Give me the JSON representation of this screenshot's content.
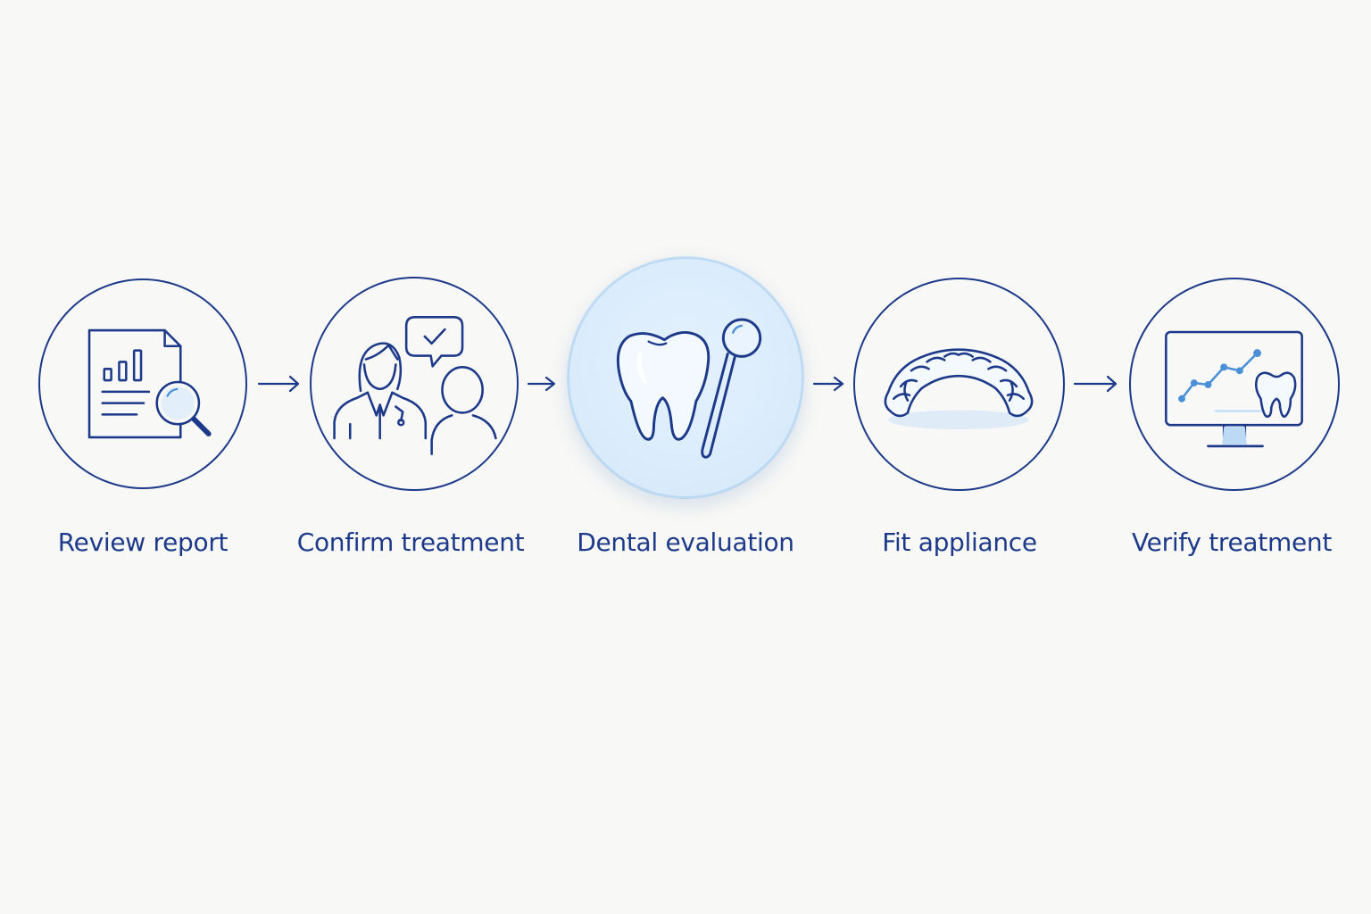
{
  "diagram": {
    "steps": [
      {
        "label": "Review report",
        "icon": "report-magnifier-icon",
        "active": false
      },
      {
        "label": "Confirm treatment",
        "icon": "doctor-patient-chat-icon",
        "active": false
      },
      {
        "label": "Dental evaluation",
        "icon": "tooth-dental-mirror-icon",
        "active": true
      },
      {
        "label": "Fit appliance",
        "icon": "dental-aligner-icon",
        "active": false
      },
      {
        "label": "Verify treatment",
        "icon": "monitor-chart-tooth-icon",
        "active": false
      }
    ],
    "colors": {
      "stroke": "#1d3a8a",
      "accent": "#4a90d9",
      "active_fill": "#dcecfb",
      "background": "#f8f8f6"
    }
  }
}
